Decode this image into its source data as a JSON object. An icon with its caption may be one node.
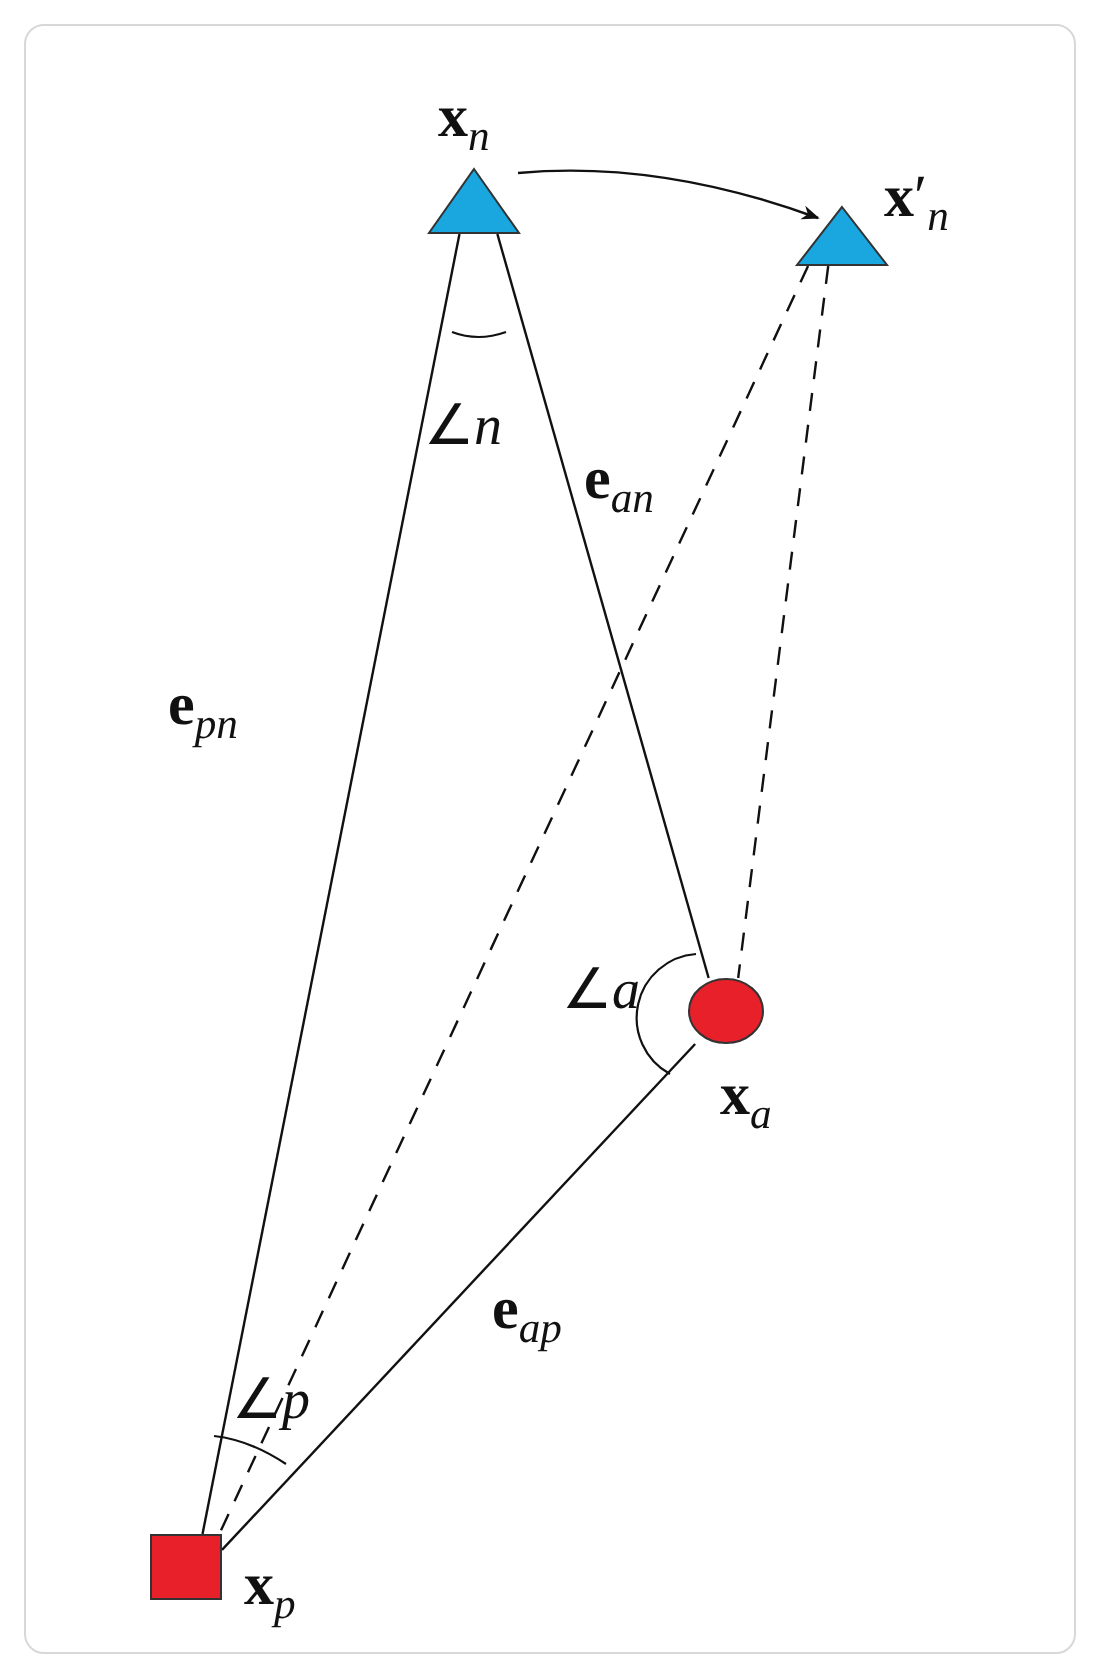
{
  "diagram": {
    "nodes": [
      {
        "text": [],
        "shape": "triangle",
        "beside": [
          "**x**$_{n}$"
        ]
      },
      {
        "text": [],
        "shape": "triangle",
        "beside": [
          "**x**′$_{n}$"
        ]
      },
      {
        "text": [],
        "shape": "circle",
        "beside": [
          "**x**$_{a}$"
        ]
      },
      {
        "text": [],
        "shape": "box",
        "beside": [
          "**x**$_{p}$"
        ]
      }
    ],
    "edges": [
      {
        "from": 0,
        "to": 1,
        "arrow": "to"
      },
      {
        "from": 0,
        "to": 3,
        "arrow": "none",
        "label": "**e**$_{pn}$"
      },
      {
        "from": 0,
        "to": 2,
        "arrow": "none",
        "label": "**e**$_{an}$"
      },
      {
        "from": 1,
        "to": 2,
        "arrow": "none",
        "style": "dashed"
      },
      {
        "from": 1,
        "to": 3,
        "arrow": "none",
        "style": "dashed"
      },
      {
        "from": 2,
        "to": 3,
        "arrow": "none",
        "label": "**e**$_{ap}$"
      }
    ],
    "labels": [
      "∠*n*",
      "∠*a*",
      "∠*p*"
    ]
  }
}
